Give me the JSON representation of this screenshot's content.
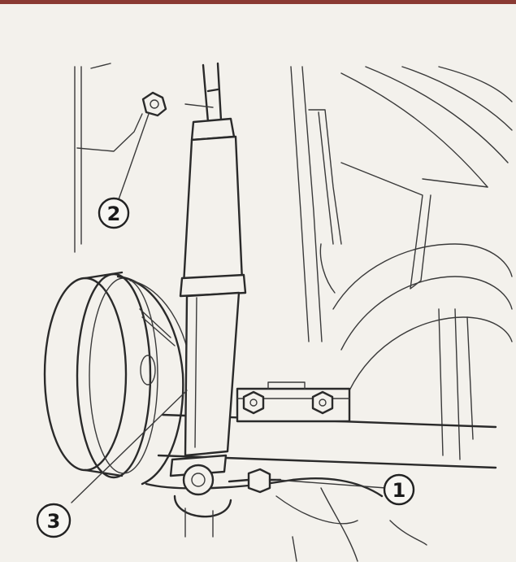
{
  "callouts": [
    {
      "id": "1",
      "label": "1"
    },
    {
      "id": "2",
      "label": "2"
    },
    {
      "id": "3",
      "label": "3"
    }
  ],
  "colors": {
    "line": "#2a2a2a",
    "paper": "#f3f1ec",
    "top_rule": "#8a3a33"
  }
}
